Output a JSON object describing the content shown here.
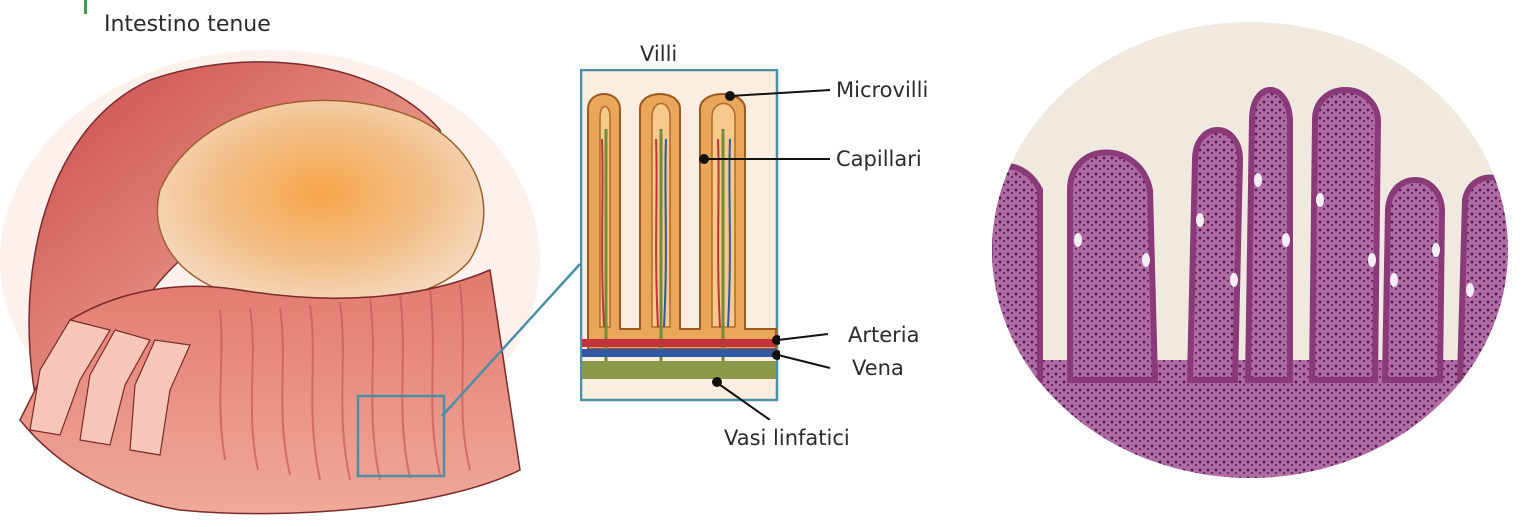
{
  "title": "Intestino tenue",
  "inset": {
    "heading": "Villi",
    "labels": {
      "microvilli": "Microvilli",
      "capillari": "Capillari",
      "arteria": "Arteria",
      "vena": "Vena",
      "vasi_linfatici": "Vasi linfatici"
    }
  },
  "colors": {
    "tissue_outer": "#d9706a",
    "tissue_inner": "#f0b7a8",
    "mucosa_orange": "#f2a85c",
    "villus_orange": "#d8904a",
    "artery_red": "#c3323a",
    "vein_blue": "#2f58a5",
    "lymph_green": "#6f8c3a",
    "inset_border": "#4a90a8",
    "histology_purple": "#8a3a78",
    "histology_bg": "#efe9e0",
    "accent_tick": "#3a9d54"
  }
}
